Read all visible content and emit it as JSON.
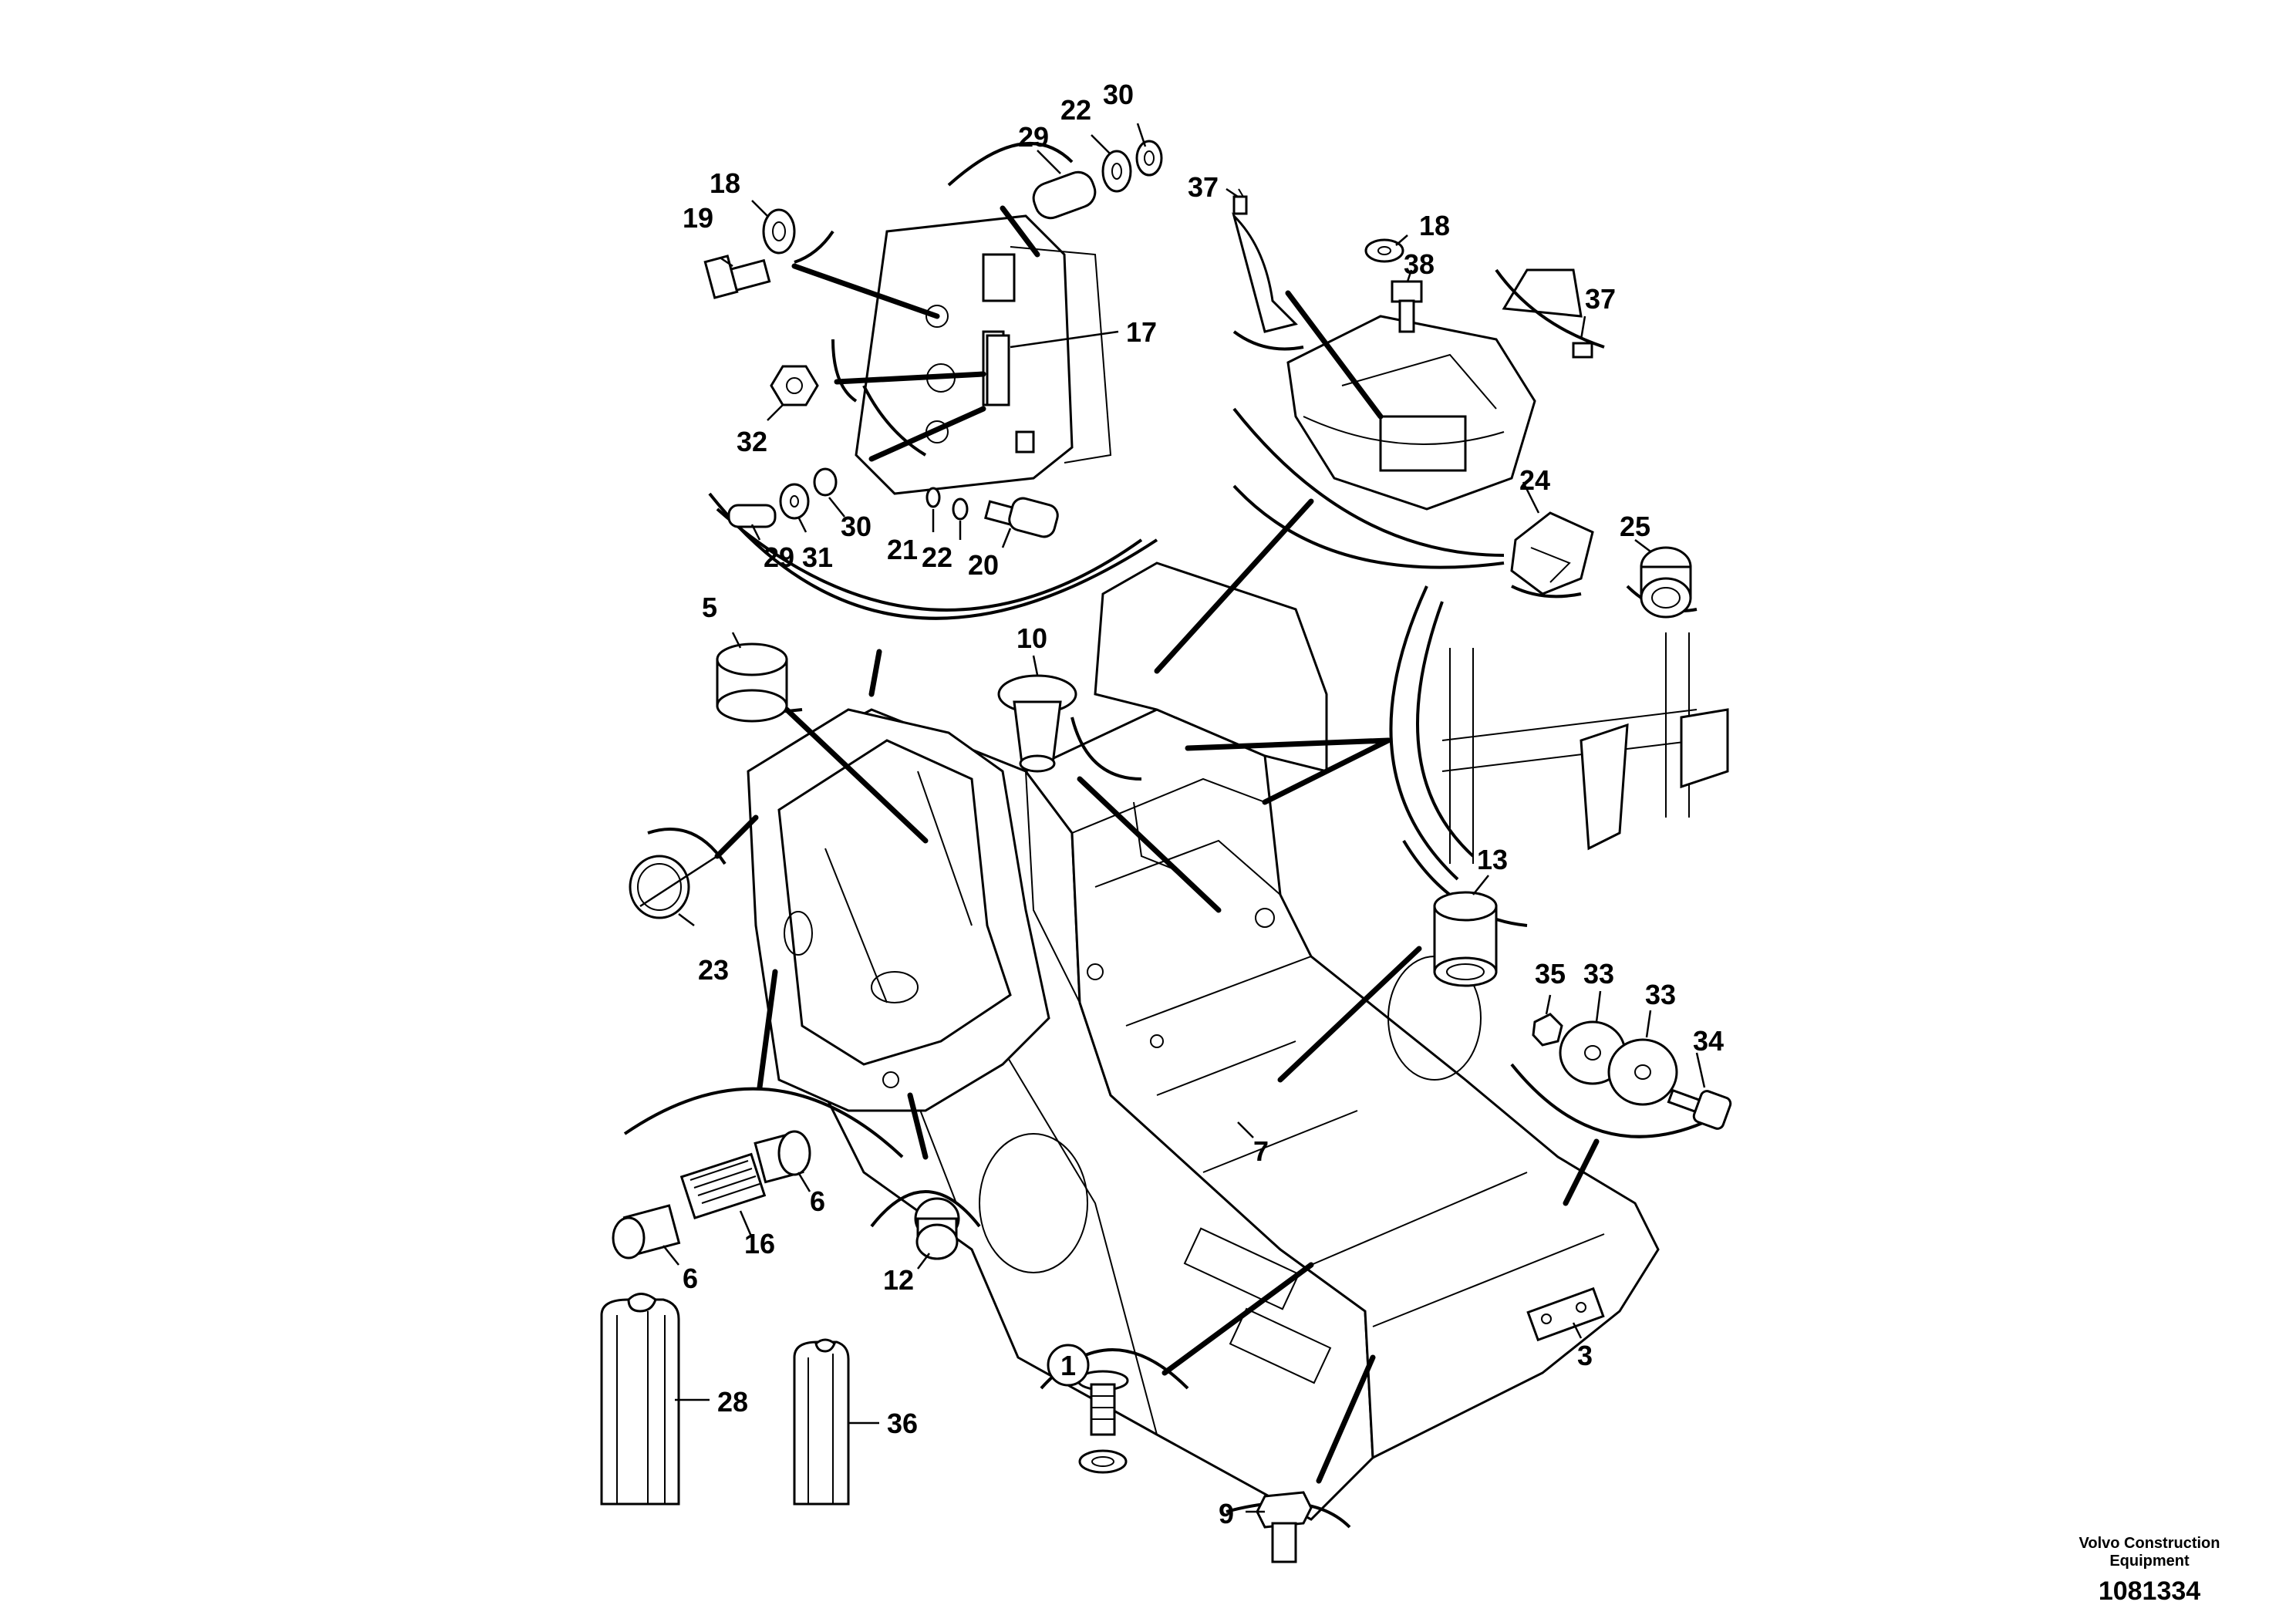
{
  "labels": {
    "l1": "1",
    "l3": "3",
    "l5": "5",
    "l6a": "6",
    "l6b": "6",
    "l7": "7",
    "l9": "9",
    "l10": "10",
    "l12": "12",
    "l13": "13",
    "l16": "16",
    "l17": "17",
    "l18a": "18",
    "l18b": "18",
    "l19": "19",
    "l20": "20",
    "l21": "21",
    "l22a": "22",
    "l22b": "22",
    "l23": "23",
    "l24": "24",
    "l25": "25",
    "l28": "28",
    "l29a": "29",
    "l29b": "29",
    "l30a": "30",
    "l30b": "30",
    "l31": "31",
    "l32": "32",
    "l33a": "33",
    "l33b": "33",
    "l34": "34",
    "l35": "35",
    "l36": "36",
    "l37a": "37",
    "l37b": "37",
    "l38": "38"
  },
  "footer": {
    "brand_line1": "Volvo Construction",
    "brand_line2": "Equipment",
    "doc_number": "1081334"
  }
}
